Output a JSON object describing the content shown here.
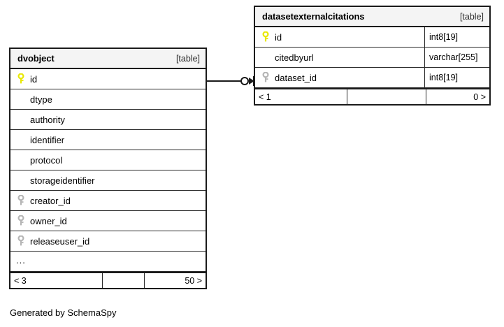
{
  "diagram": {
    "caption": "Generated by SchemaSpy",
    "type": "entity-relationship-diagram",
    "colors": {
      "background": "#ffffff",
      "border": "#1a1a1a",
      "header_fill": "#f4f4f4",
      "primary_key_icon": "#e8e800",
      "foreign_key_icon": "#b5b5b5",
      "text": "#000000"
    }
  },
  "tables": [
    {
      "id": "dvobject",
      "name": "dvobject",
      "tag": "[table]",
      "show_types": false,
      "columns": [
        {
          "name": "id",
          "type": "",
          "key": "primary"
        },
        {
          "name": "dtype",
          "type": "",
          "key": "none"
        },
        {
          "name": "authority",
          "type": "",
          "key": "none"
        },
        {
          "name": "identifier",
          "type": "",
          "key": "none"
        },
        {
          "name": "protocol",
          "type": "",
          "key": "none"
        },
        {
          "name": "storageidentifier",
          "type": "",
          "key": "none"
        },
        {
          "name": "creator_id",
          "type": "",
          "key": "foreign"
        },
        {
          "name": "owner_id",
          "type": "",
          "key": "foreign"
        },
        {
          "name": "releaseuser_id",
          "type": "",
          "key": "foreign"
        }
      ],
      "truncation_indicator": "...",
      "footer": {
        "left": "< 3",
        "middle": "",
        "right": "50 >"
      }
    },
    {
      "id": "datasetexternalcitations",
      "name": "datasetexternalcitations",
      "tag": "[table]",
      "show_types": true,
      "columns": [
        {
          "name": "id",
          "type": "int8[19]",
          "key": "primary"
        },
        {
          "name": "citedbyurl",
          "type": "varchar[255]",
          "key": "none"
        },
        {
          "name": "dataset_id",
          "type": "int8[19]",
          "key": "foreign"
        }
      ],
      "truncation_indicator": "",
      "footer": {
        "left": "< 1",
        "middle": "",
        "right": "0 >"
      }
    }
  ],
  "relationship": {
    "from_table": "dvobject",
    "from_column": "id",
    "to_table": "datasetexternalcitations",
    "to_column": "dataset_id",
    "source_cardinality": "one",
    "target_cardinality": "zero-or-many"
  }
}
